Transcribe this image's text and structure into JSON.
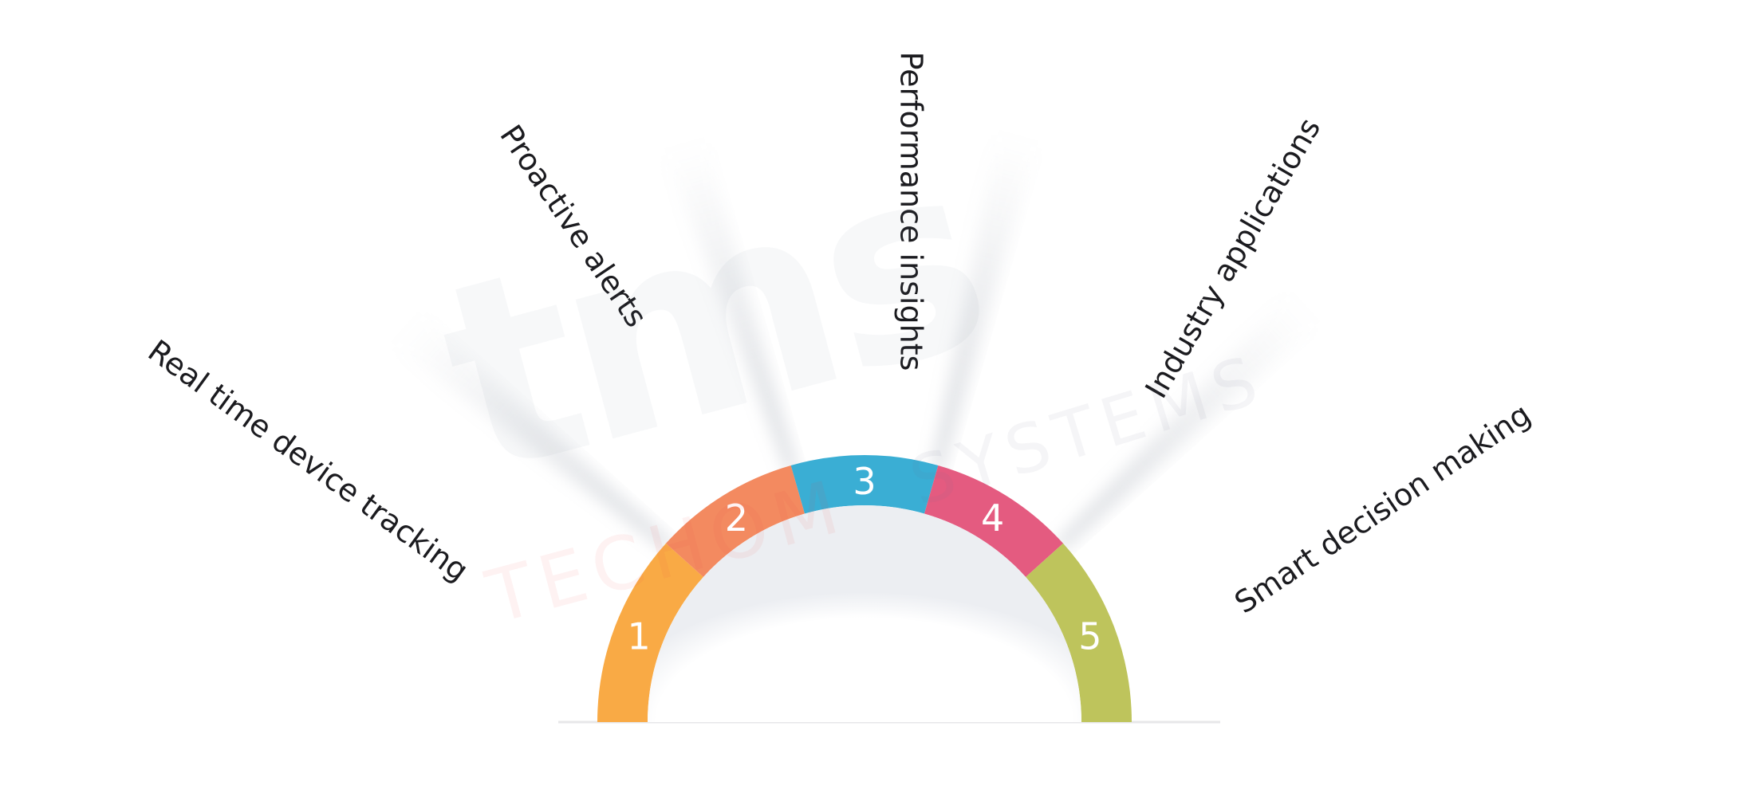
{
  "diagram": {
    "steps": [
      {
        "number": "1",
        "label": "Real time device tracking",
        "color": "#f9aa45"
      },
      {
        "number": "2",
        "label": "Proactive alerts",
        "color": "#f38a60"
      },
      {
        "number": "3",
        "label": "Performance insights",
        "color": "#3aaed4"
      },
      {
        "number": "4",
        "label": "Industry applications",
        "color": "#e45b80"
      },
      {
        "number": "5",
        "label": "Smart decision making",
        "color": "#bec45c"
      }
    ]
  },
  "watermark": {
    "logo": "tms",
    "line1": "TECHOM",
    "line2": "SYSTEMS"
  }
}
